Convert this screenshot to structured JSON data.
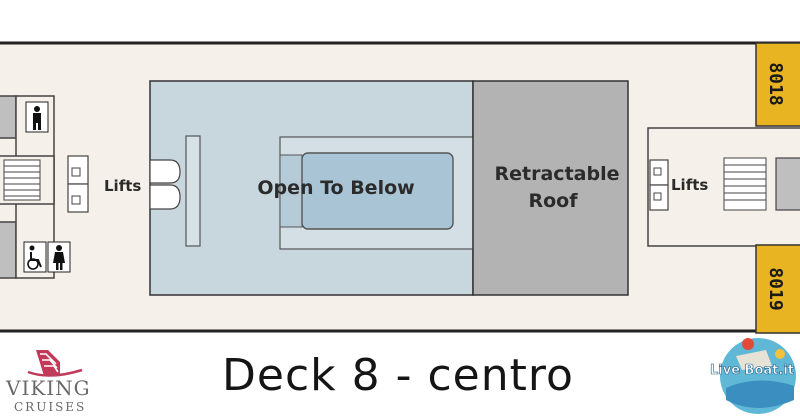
{
  "deck_plan": {
    "title": "Deck 8 - centro",
    "labels": {
      "lifts_left": "Lifts",
      "lifts_right": "Lifts",
      "open_to_below": "Open To Below",
      "retractable_roof_line1": "Retractable",
      "retractable_roof_line2": "Roof"
    },
    "cabins": [
      {
        "number": "8018"
      },
      {
        "number": "8019"
      }
    ],
    "icons": [
      "restroom-man-icon",
      "wheelchair-icon",
      "restroom-woman-icon",
      "stairs-icon",
      "elevator-icon"
    ],
    "colors": {
      "corridor": "#f5f1ea",
      "open_area": "#c8d6dd",
      "pool": "#a9c5d5",
      "roof": "#b3b3b3",
      "cabin": "#e9b422",
      "service": "#bfbfbf"
    }
  },
  "branding": {
    "viking_name": "VIKING",
    "viking_sub": "CRUISES",
    "liveboat_text": "Live Boat.it"
  }
}
